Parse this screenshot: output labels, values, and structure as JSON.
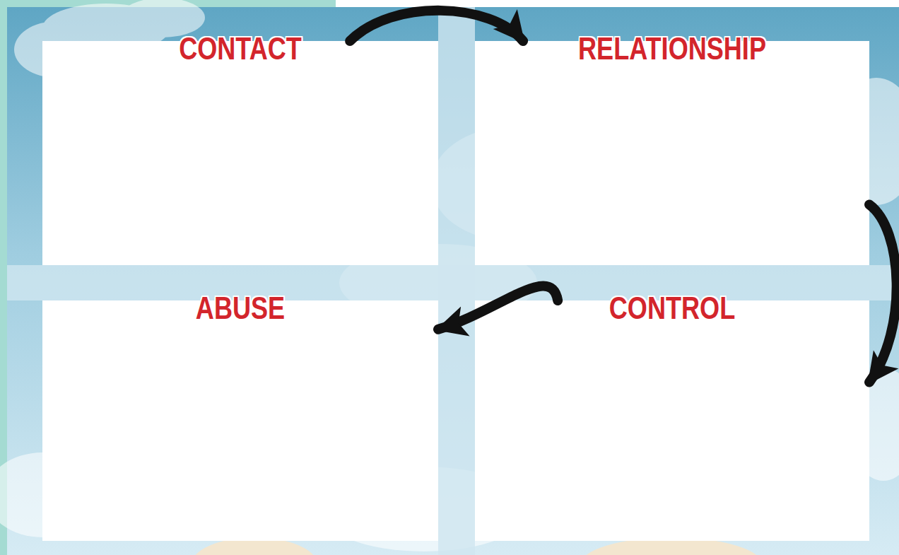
{
  "diagram": {
    "nodes": [
      {
        "text": [
          "CONTACT"
        ]
      },
      {
        "text": [
          "RELATIONSHIP"
        ]
      },
      {
        "text": [
          "ABUSE"
        ]
      },
      {
        "text": [
          "CONTROL"
        ]
      }
    ],
    "edges": [
      {
        "from": 0,
        "to": 1,
        "arrow": "to"
      },
      {
        "from": 1,
        "to": 3,
        "arrow": "to"
      },
      {
        "from": 3,
        "to": 2,
        "arrow": "to"
      }
    ]
  }
}
